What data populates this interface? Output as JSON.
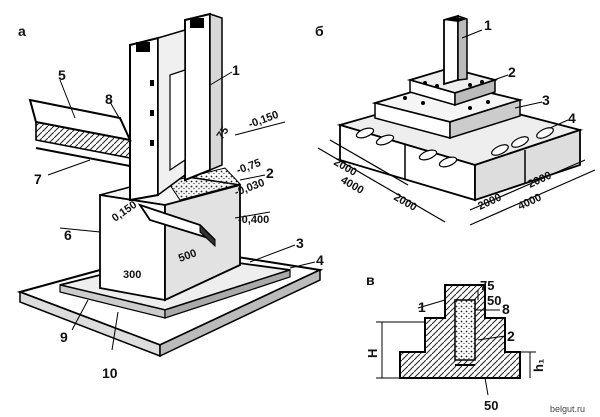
{
  "panel_a": {
    "letter": "а",
    "labels": [
      "1",
      "2",
      "3",
      "4",
      "5",
      "6",
      "7",
      "8",
      "9",
      "10"
    ],
    "dims": [
      "75",
      "-0,150",
      "-0,75",
      "-0,030",
      "0,150",
      "-0,400",
      "300",
      "500"
    ]
  },
  "panel_b": {
    "letter": "б",
    "labels": [
      "1",
      "2",
      "3",
      "4"
    ],
    "dims": [
      "2000",
      "2000",
      "4000",
      "2000",
      "2000",
      "4000"
    ]
  },
  "panel_c": {
    "letter": "в",
    "labels": [
      "1",
      "8",
      "2"
    ],
    "dims": [
      "75",
      "50",
      "H",
      "h₁",
      "50"
    ]
  },
  "watermark": "belgut.ru"
}
